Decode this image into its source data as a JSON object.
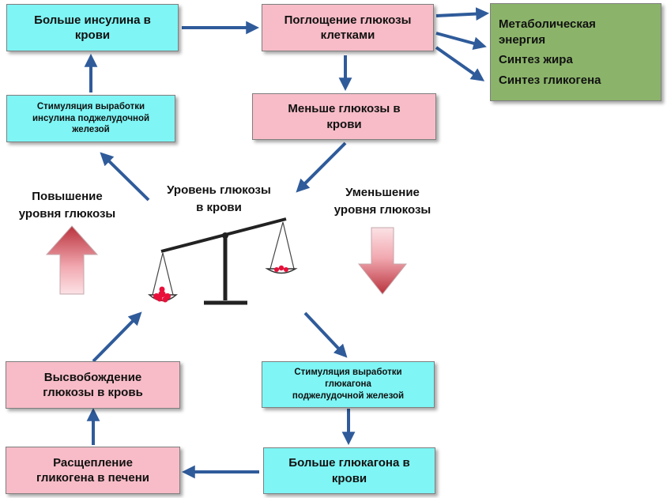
{
  "colors": {
    "arrow": "#2f5b9a",
    "cyan_box": "#7ff5f5",
    "pink_box": "#f7bcc7",
    "green_box": "#8bb46a",
    "scale": "#222222",
    "glucose": "#e8103a"
  },
  "boxes": {
    "more_insulin": "Больше инсулина в\nкрови",
    "glucose_uptake": "Поглощение глюкозы\nклетками",
    "less_glucose": "Меньше глюкозы в\nкрови",
    "insulin_stimulation": "Стимуляция выработки\nинсулина поджелудочной\nжелезой",
    "glucose_release": "Высвобождение\nглюкозы в кровь",
    "glycogen_breakdown": "Расщепление\nгликогена в печени",
    "glucagon_stimulation": "Стимуляция выработки\nглюкагона\nподжелудочной железой",
    "more_glucagon": "Больше глюкагона в\nкрови"
  },
  "outcomes": [
    "Метаболическая\nэнергия",
    "Синтез жира",
    "Синтез гликогена"
  ],
  "labels": {
    "blood_glucose_level": "Уровень глюкозы\nв крови",
    "glucose_increase": "Повышение\nуровня глюкозы",
    "glucose_decrease": "Уменьшение\nуровня глюкозы"
  }
}
